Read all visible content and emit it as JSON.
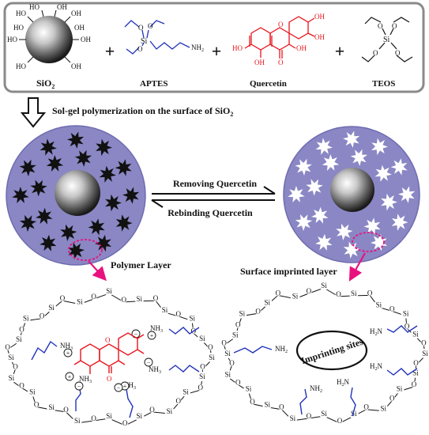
{
  "reactants": {
    "silica": {
      "label": "SiO",
      "label_sub": "2",
      "groups": [
        "HO",
        "OH",
        "HO",
        "OH",
        "HO",
        "OH",
        "HO",
        "OH",
        "HO",
        "OH"
      ]
    },
    "aptes": {
      "label": "APTES",
      "atoms": [
        "O",
        "O",
        "Si",
        "O",
        "NH",
        "2"
      ]
    },
    "quercetin": {
      "label": "Quercetin",
      "atoms": [
        "OH",
        "OH",
        "HO",
        "O",
        "OH",
        "OH",
        "O"
      ],
      "color": "#e8141c"
    },
    "teos": {
      "label": "TEOS",
      "atoms": [
        "O",
        "O",
        "Si",
        "O",
        "O"
      ]
    },
    "plus": "+"
  },
  "step1": {
    "text": "Sol-gel polymerization on the surface of SiO",
    "sub": "2"
  },
  "equilibrium": {
    "forward": "Removing Quercetin",
    "reverse": "Rebinding Quercetin"
  },
  "labels": {
    "polymer_layer": "Polymer Layer",
    "surface_layer": "Surface imprinted layer",
    "imprinting_sites": "Imprinting sites"
  },
  "chain": {
    "si": "Si",
    "o": "O",
    "nh3": "NH",
    "nh3_sub": "3",
    "nh2": "NH",
    "nh2_sub": "2",
    "h2n": "H",
    "h2n_sub": "2",
    "h2n_end": "N",
    "plus": "+",
    "minus": "−"
  },
  "colors": {
    "polymer": "#8a87c4",
    "polymer_edge": "#6f6cb0",
    "arm": "#2233bb",
    "quercetin": "#e8141c",
    "arrow_pink": "#e8127e",
    "box": "#888888"
  }
}
